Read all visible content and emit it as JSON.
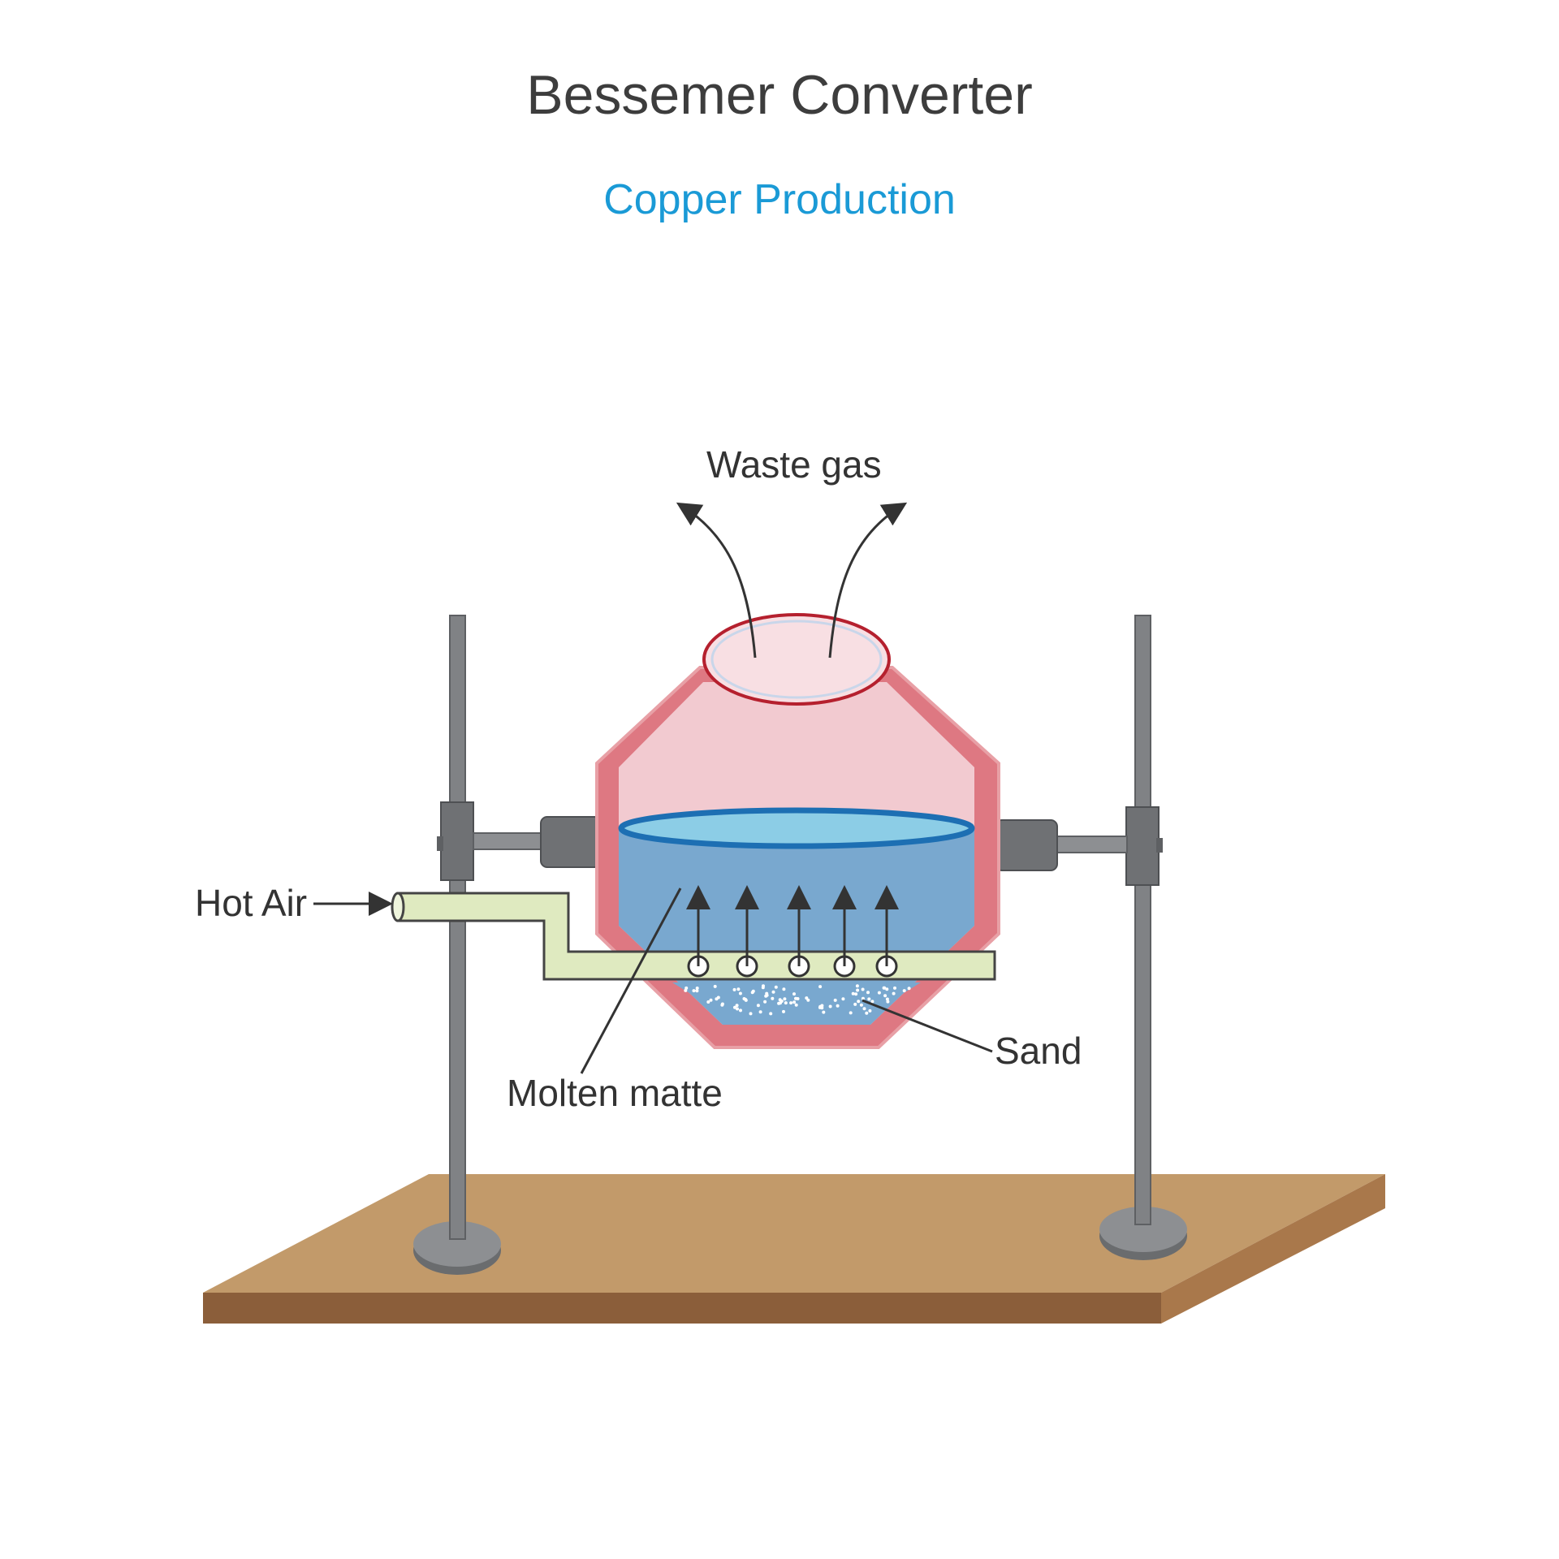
{
  "title": "Bessemer Converter",
  "subtitle": "Copper Production",
  "labels": {
    "waste_gas": "Waste gas",
    "hot_air": "Hot Air",
    "sand": "Sand",
    "molten_matte": "Molten matte"
  },
  "colors": {
    "title": "#3d3d3d",
    "subtitle": "#1a9ad6",
    "converter_shell": "#de7882",
    "converter_interior": "#f2cad0",
    "molten_matte": "#79a8cf",
    "matte_surface": "#8ccde6",
    "air_pipe": "#dfeac0",
    "stand_rod": "#808285",
    "table_top": "#c29a6a",
    "table_edge": "#8b5e3a"
  }
}
